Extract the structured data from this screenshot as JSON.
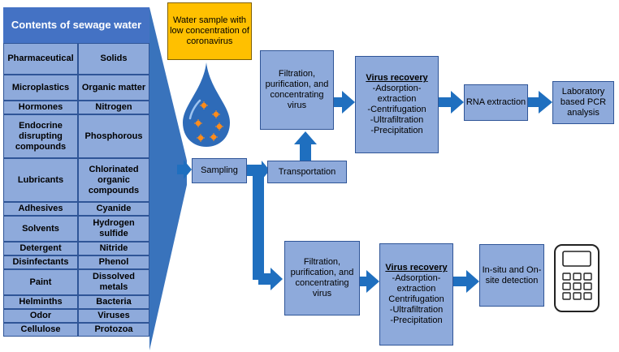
{
  "sewage_table": {
    "title": "Contents of sewage water",
    "rows": [
      {
        "left": "Pharmaceutical",
        "right": "Solids"
      },
      {
        "left": "Microplastics",
        "right": "Organic matter"
      },
      {
        "left": "Hormones",
        "right": "Nitrogen"
      },
      {
        "left": "Endocrine disrupting compounds",
        "right": "Phosphorous"
      },
      {
        "left": "Lubricants",
        "right": "Chlorinated organic compounds"
      },
      {
        "left": "Adhesives",
        "right": "Cyanide"
      },
      {
        "left": "Solvents",
        "right": "Hydrogen sulfide"
      },
      {
        "left": "Detergent",
        "right": "Nitride"
      },
      {
        "left": "Disinfectants",
        "right": "Phenol"
      },
      {
        "left": "Paint",
        "right": "Dissolved metals"
      },
      {
        "left": "Helminths",
        "right": "Bacteria"
      },
      {
        "left": "Odor",
        "right": "Viruses"
      },
      {
        "left": "Cellulose",
        "right": "Protozoa"
      }
    ]
  },
  "water_sample_note": "Water sample with low concentration of coronavirus",
  "sampling_label": "Sampling",
  "transportation_label": "Transportation",
  "top_path": {
    "filtration": "Filtration, purification, and concentrating virus",
    "virus_recovery_title": "Virus recovery",
    "virus_recovery_items": [
      "-Adsorption-extraction",
      "-Centrifugation",
      "-Ultrafiltration",
      "-Precipitation"
    ],
    "rna": "RNA extraction",
    "lab": "Laboratory based PCR analysis"
  },
  "bottom_path": {
    "filtration": "Filtration, purification, and concentrating virus",
    "virus_recovery_title": "Virus recovery",
    "virus_recovery_items": [
      "-Adsorption-extraction",
      "Centrifugation",
      "-Ultrafiltration",
      "-Precipitation"
    ],
    "insitu": "In-situ and On-site detection"
  },
  "colors": {
    "box_fill": "#8eaadb",
    "box_border": "#2f5597",
    "header_fill": "#4472c4",
    "arrow": "#1f6fbf",
    "note_fill": "#ffc000",
    "droplet": "#2e6bb8",
    "virus": "#ff8c1a"
  },
  "icons": [
    "water-droplet-icon",
    "virus-particle-icon",
    "handheld-device-icon"
  ]
}
